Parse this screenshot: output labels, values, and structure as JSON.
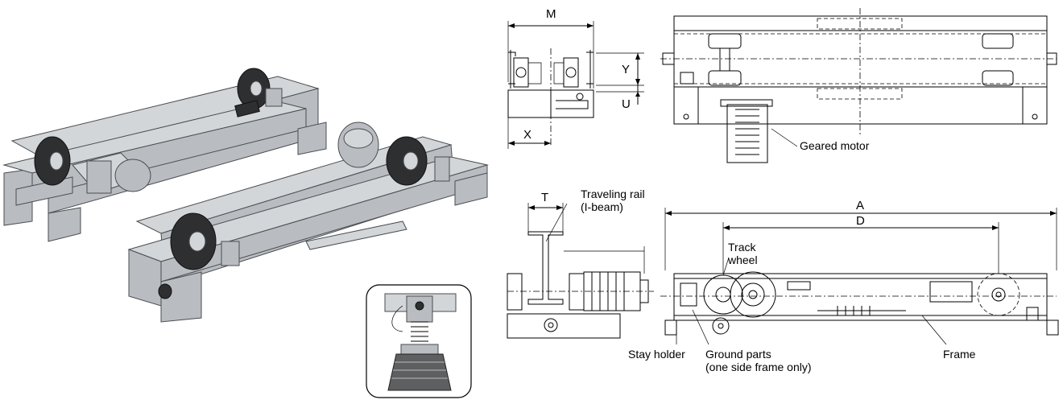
{
  "dimensions": {
    "M": "M",
    "Y": "Y",
    "U": "U",
    "X": "X",
    "T": "T",
    "A": "A",
    "D": "D"
  },
  "labels": {
    "geared_motor": "Geared motor",
    "traveling_rail_line1": "Traveling rail",
    "traveling_rail_line2": "(I-beam)",
    "track_wheel_line1": "Track",
    "track_wheel_line2": "wheel",
    "stay_holder": "Stay holder",
    "ground_parts_line1": "Ground parts",
    "ground_parts_line2": "(one side frame only)",
    "frame": "Frame"
  }
}
